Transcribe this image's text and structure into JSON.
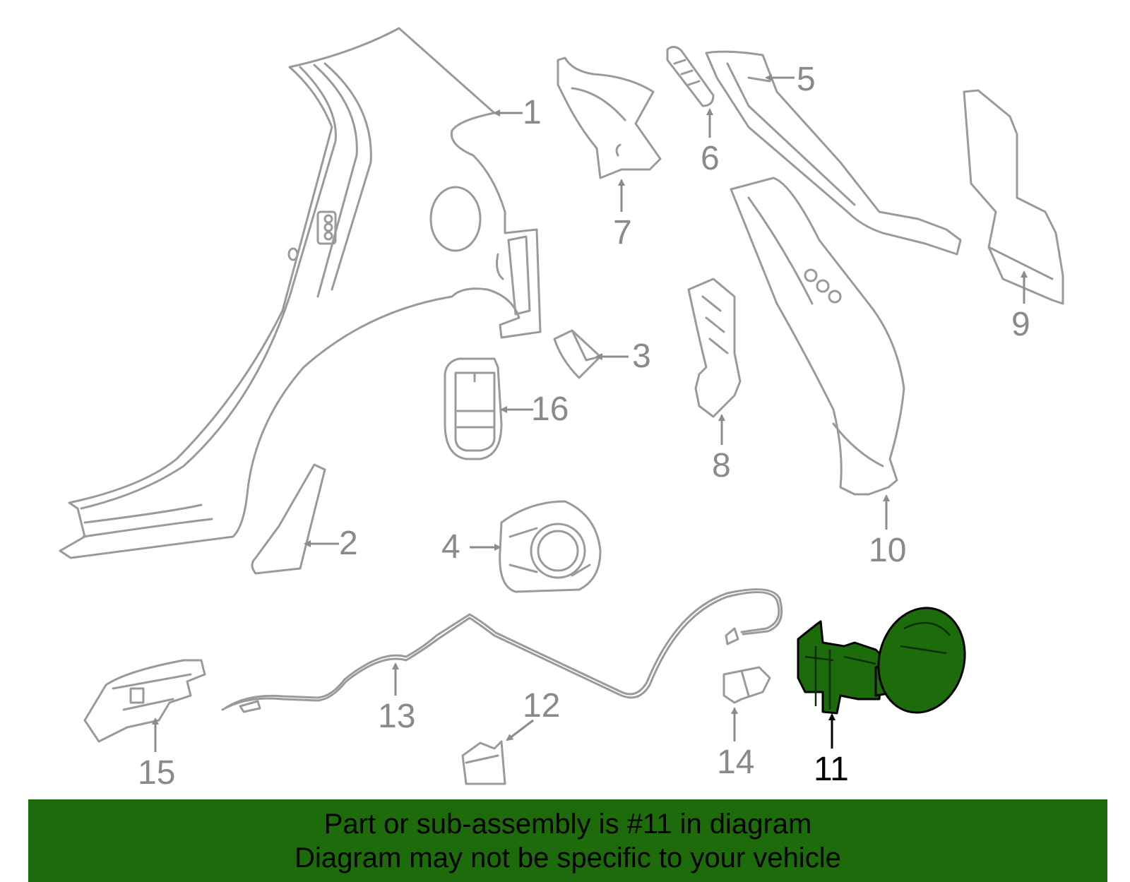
{
  "callouts": {
    "c1": "1",
    "c2": "2",
    "c3": "3",
    "c4": "4",
    "c5": "5",
    "c6": "6",
    "c7": "7",
    "c8": "8",
    "c9": "9",
    "c10": "10",
    "c11": "11",
    "c12": "12",
    "c13": "13",
    "c14": "14",
    "c15": "15",
    "c16": "16"
  },
  "highlight": {
    "part": "11",
    "color": "#1e6b0b"
  },
  "banner": {
    "line1": "Part or sub-assembly is #11 in diagram",
    "line2": "Diagram may not be specific to your vehicle",
    "color": "#1e6b0b"
  }
}
